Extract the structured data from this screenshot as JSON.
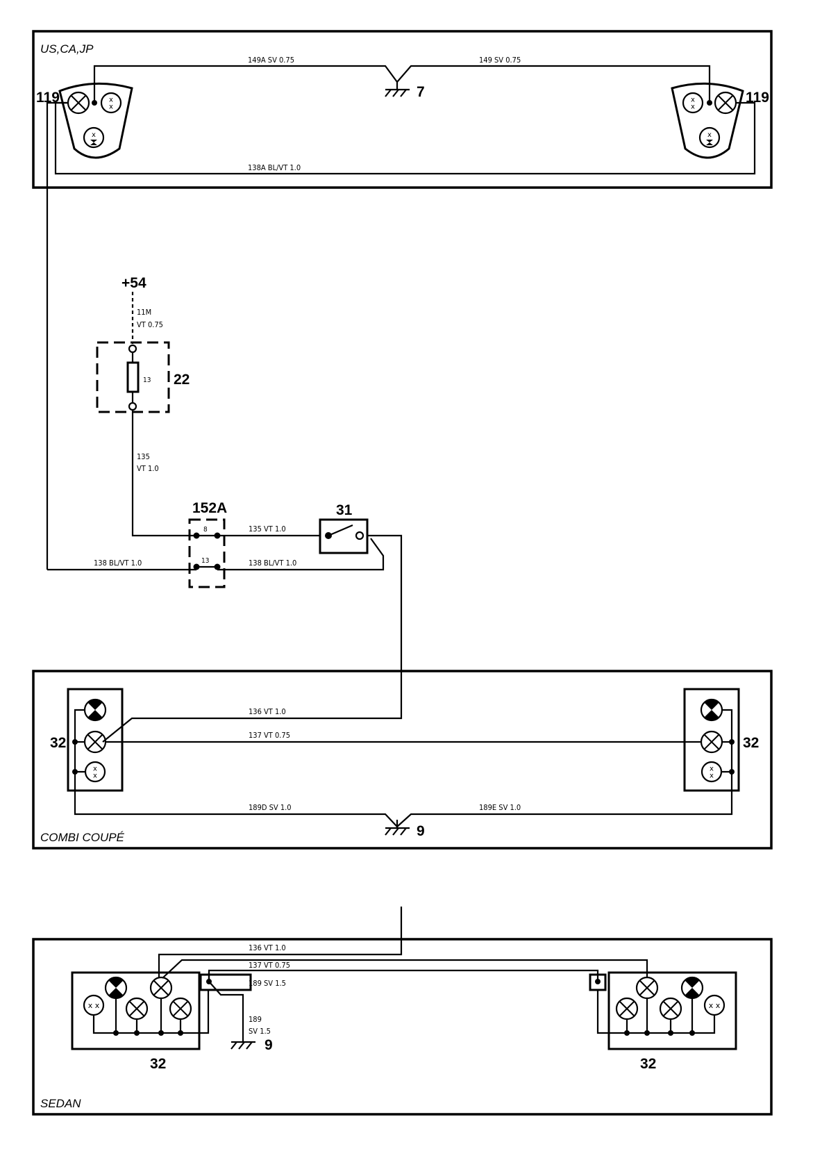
{
  "regions": {
    "top": "US,CA,JP",
    "middle": "COMBI COUPÉ",
    "bottom": "SEDAN"
  },
  "components": {
    "lamp_119": "119",
    "ground_7": "7",
    "supply": "+54",
    "fuse_box": "22",
    "fuse_number": "13",
    "connector": "152A",
    "pin_8": "8",
    "pin_13": "13",
    "switch": "31",
    "lamp_32": "32",
    "ground_9": "9"
  },
  "wires": {
    "w149a": "149A  SV  0.75",
    "w149": "149  SV  0.75",
    "w138a": "138A  BL/VT  1.0",
    "w11m_code": "11M",
    "w11m_spec": "VT  0.75",
    "w135_code": "135",
    "w135_spec": "VT  1.0",
    "w135_h": "135  VT  1.0",
    "w138_left": "138  BL/VT  1.0",
    "w138_right": "138  BL/VT  1.0",
    "w136": "136  VT  1.0",
    "w137": "137  VT  0.75",
    "w189d": "189D  SV  1.0",
    "w189e": "189E  SV  1.0",
    "w136_sedan": "136  VT  1.0",
    "w137_sedan": "137  VT  0.75",
    "w189_sedan": "189  SV  1.5",
    "w189_code": "189",
    "w189_spec": "SV  1.5"
  }
}
